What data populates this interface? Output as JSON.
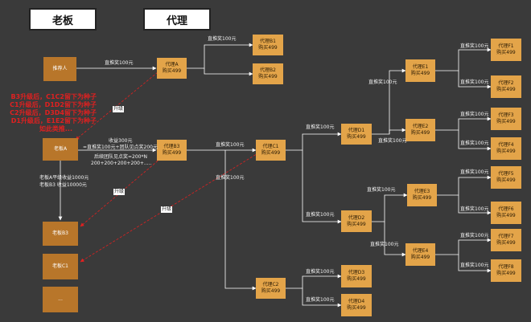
{
  "headers": {
    "boss": "老板",
    "agent": "代理"
  },
  "nodes": {
    "referrer": "推荐人",
    "bossA": "老板A",
    "bossB3": "老板B3",
    "bossC1": "老板C1",
    "bossMore": "...",
    "A": {
      "name": "代理A",
      "buy": "购买499"
    },
    "B1": {
      "name": "代理B1",
      "buy": "购买499"
    },
    "B2": {
      "name": "代理B2",
      "buy": "购买499"
    },
    "B3": {
      "name": "代理B3",
      "buy": "购买499"
    },
    "C1": {
      "name": "代理C1",
      "buy": "购买499"
    },
    "C2": {
      "name": "代理C2",
      "buy": "购买499"
    },
    "D1": {
      "name": "代理D1",
      "buy": "购买499"
    },
    "D2": {
      "name": "代理D2",
      "buy": "购买499"
    },
    "D3": {
      "name": "代理D3",
      "buy": "购买499"
    },
    "D4": {
      "name": "代理D4",
      "buy": "购买499"
    },
    "E1": {
      "name": "代理E1",
      "buy": "购买499"
    },
    "E2": {
      "name": "代理E2",
      "buy": "购买499"
    },
    "E3": {
      "name": "代理E3",
      "buy": "购买499"
    },
    "E4": {
      "name": "代理E4",
      "buy": "购买499"
    },
    "F1": {
      "name": "代理F1",
      "buy": "购买499"
    },
    "F2": {
      "name": "代理F2",
      "buy": "购买499"
    },
    "F3": {
      "name": "代理F3",
      "buy": "购买499"
    },
    "F4": {
      "name": "代理F4",
      "buy": "购买499"
    },
    "F5": {
      "name": "代理F5",
      "buy": "购买499"
    },
    "F6": {
      "name": "代理F6",
      "buy": "购买499"
    },
    "F7": {
      "name": "代理F7",
      "buy": "购买499"
    },
    "F8": {
      "name": "代理F8",
      "buy": "购买499"
    }
  },
  "labels": {
    "direct_reward": "直推奖100元",
    "upgrade": "升级",
    "income": "收益300元",
    "income_detail": "=直推奖100元+团队见点奖200元",
    "followup": "后续团队见点奖=200*N",
    "followup_sum": "200+200+200+200+.....",
    "boss_a_income": "老板A平级收益1000元",
    "boss_b3_income": "老板B3      收益10000元"
  },
  "notes": [
    "B3升级后，C1C2留下为种子",
    "C1升级后，D1D2留下为种子",
    "C2升级后，D3D4留下为种子",
    "D1升级后，E1E2留下为种子",
    "如此类推..."
  ],
  "colors": {
    "background": "#3a3a3a",
    "agent_box": "#e3a449",
    "boss_box": "#b8762a",
    "note_text": "#e02020"
  }
}
